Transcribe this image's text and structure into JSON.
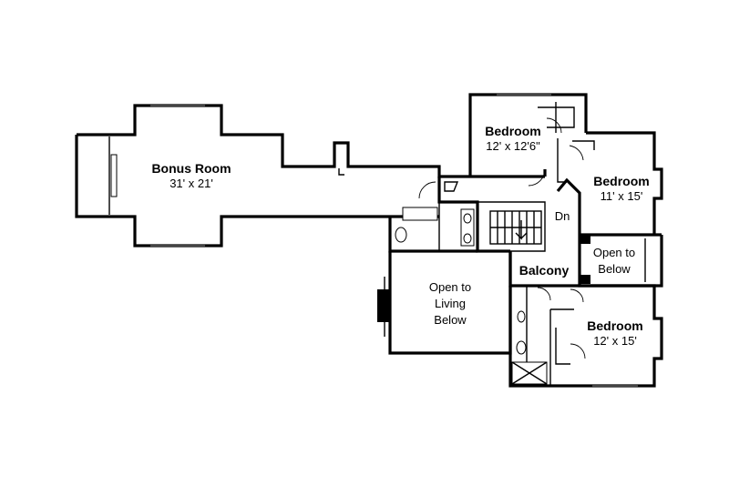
{
  "rooms": {
    "bonus_room": {
      "name": "Bonus Room",
      "size": "31' x 21'"
    },
    "bedroom_top": {
      "name": "Bedroom",
      "size": "12' x 12'6\""
    },
    "bedroom_right": {
      "name": "Bedroom",
      "size": "11' x 15'"
    },
    "bedroom_bottom": {
      "name": "Bedroom",
      "size": "12' x 15'"
    },
    "open_to_below": {
      "line1": "Open to",
      "line2": "Below"
    },
    "open_to_living": {
      "line1": "Open to",
      "line2": "Living",
      "line3": "Below"
    },
    "balcony": {
      "name": "Balcony"
    },
    "stairs": {
      "label": "Dn"
    }
  }
}
